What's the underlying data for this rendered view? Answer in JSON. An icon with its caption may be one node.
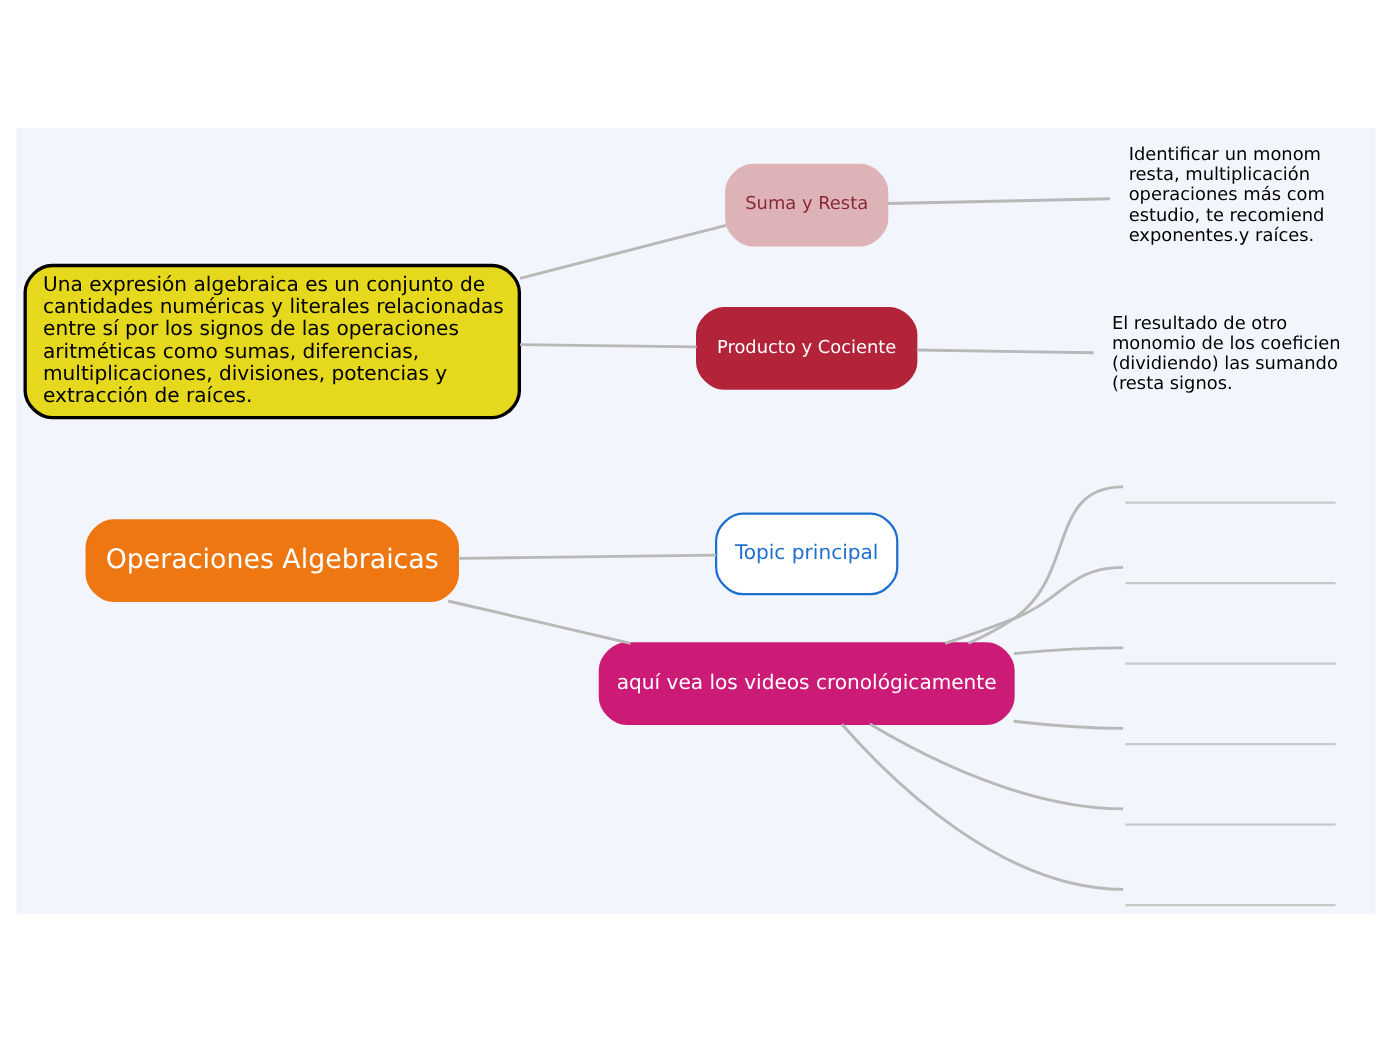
{
  "diagram": {
    "nodes": [
      {
        "text": [
          "Operaciones Algebraicas"
        ]
      },
      {
        "text": [
          "Una expresión algebraica es un conjunto de cantidades numéricas y literales relacionadas entre sí por los signos de las operaciones aritméticas como sumas, diferencias, multiplicaciones, divisiones, potencias y extracción de raíces."
        ]
      },
      {
        "text": [
          "Suma y Resta"
        ]
      },
      {
        "text": [
          "Identificar un monom resta, multiplicación operaciones más com estudio, te recomiend exponentes.y raíces."
        ]
      },
      {
        "text": [
          "Producto y Cociente"
        ]
      },
      {
        "text": [
          "El resultado de otro monomio de los coeficien (dividiendo) las sumando (resta signos."
        ]
      },
      {
        "text": [
          "Topic principal"
        ]
      },
      {
        "text": [
          "aquí vea los videos cronológicamente"
        ]
      },
      {
        "text": [],
        "shape": "line"
      },
      {
        "text": [],
        "shape": "line"
      },
      {
        "text": [],
        "shape": "line"
      },
      {
        "text": [],
        "shape": "line"
      },
      {
        "text": [],
        "shape": "line"
      },
      {
        "text": [],
        "shape": "line"
      }
    ],
    "edges": [
      {
        "from": 0,
        "to": 6,
        "arrow": "none"
      },
      {
        "from": 0,
        "to": 7,
        "arrow": "none"
      },
      {
        "from": 1,
        "to": 2,
        "arrow": "none"
      },
      {
        "from": 1,
        "to": 4,
        "arrow": "none"
      },
      {
        "from": 2,
        "to": 3,
        "arrow": "none"
      },
      {
        "from": 4,
        "to": 5,
        "arrow": "none"
      },
      {
        "from": 7,
        "to": 8,
        "arrow": "none"
      },
      {
        "from": 7,
        "to": 9,
        "arrow": "none"
      },
      {
        "from": 7,
        "to": 10,
        "arrow": "none"
      },
      {
        "from": 7,
        "to": 11,
        "arrow": "none"
      },
      {
        "from": 7,
        "to": 12,
        "arrow": "none"
      },
      {
        "from": 7,
        "to": 13,
        "arrow": "none"
      }
    ]
  }
}
